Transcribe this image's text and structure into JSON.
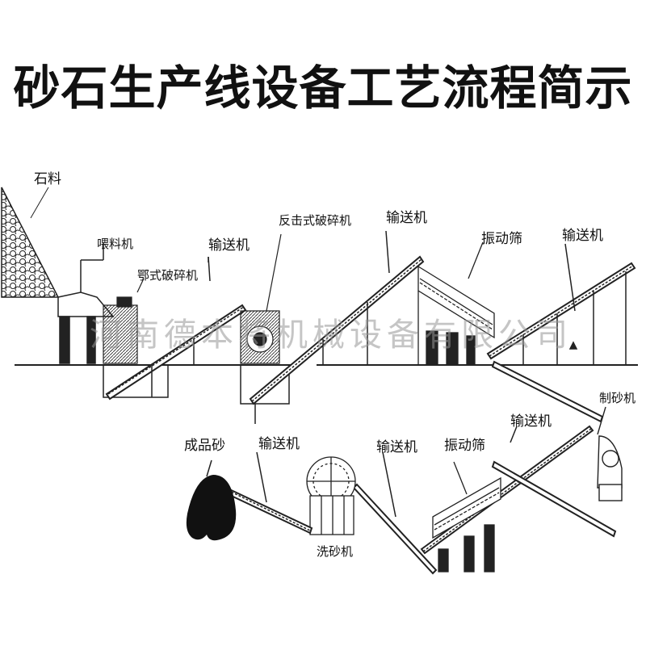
{
  "title": "砂石生产线设备工艺流程简示",
  "watermark": "河南德本将机械设备有限公司",
  "labels": {
    "stone": "石料",
    "feeder": "喂料机",
    "jaw_crusher": "鄂式破碎机",
    "conveyor_1": "输送机",
    "impact_crusher": "反击式破碎机",
    "conveyor_2": "输送机",
    "vibrating_screen_1": "振动筛",
    "conveyor_3": "输送机",
    "sand_maker": "制砂机",
    "finished_sand": "成品砂",
    "conveyor_4": "输送机",
    "conveyor_5": "输送机",
    "vibrating_screen_2": "振动筛",
    "conveyor_6": "输送机",
    "sand_washer": "洗砂机"
  }
}
